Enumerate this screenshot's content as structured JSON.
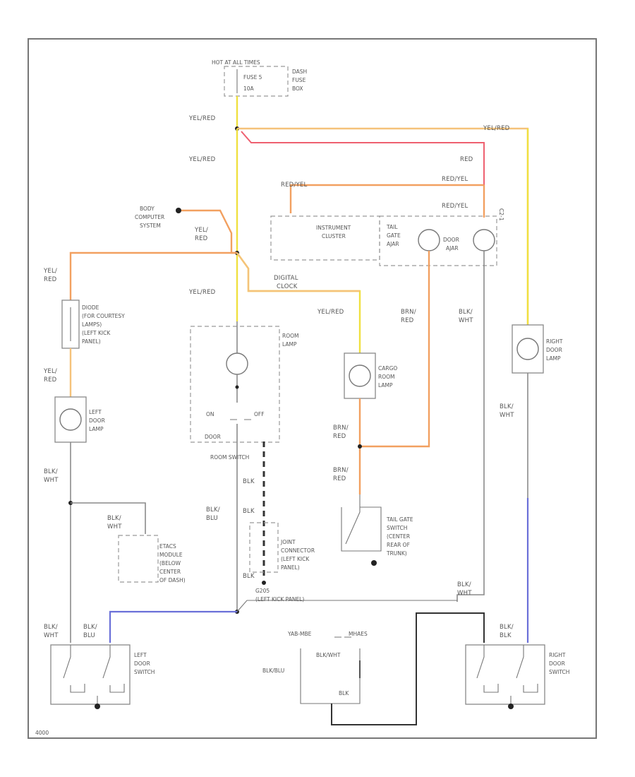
{
  "labels": {
    "hot_at_all_times": "HOT AT ALL TIMES",
    "fuse": "FUSE 5",
    "fuse_rating": "10A",
    "dash_fuse_box": [
      "DASH",
      "FUSE",
      "BOX"
    ],
    "yel_red_top": "YEL/RED",
    "yel_red_right": "YEL/RED",
    "red_right": "RED",
    "yel_red_mid": "YEL/RED",
    "red_yel_1": "RED/YEL",
    "red_yel_2": "RED/YEL",
    "red_yel_3": "RED/YEL",
    "body_computer": [
      "BODY",
      "COMPUTER",
      "SYSTEM"
    ],
    "yel_red_bc": [
      "YEL/",
      "RED"
    ],
    "instrument_cluster": [
      "INSTRUMENT",
      "CLUSTER"
    ],
    "tail_gate_ajar": [
      "TAIL",
      "GATE",
      "AJAR"
    ],
    "door_ajar": [
      "DOOR",
      "AJAR"
    ],
    "yel_red_left": [
      "YEL/",
      "RED"
    ],
    "digital_clock": [
      "DIGITAL",
      "CLOCK"
    ],
    "yel_red_room": "YEL/RED",
    "yel_red_cargo": "YEL/RED",
    "diode": [
      "DIODE",
      "(FOR COURTESY",
      "LAMPS)",
      "(LEFT KICK",
      "PANEL)"
    ],
    "room_lamp": [
      "ROOM",
      "LAMP"
    ],
    "brn_red_1": [
      "BRN/",
      "RED"
    ],
    "blk_wht_right": [
      "BLK/",
      "WHT"
    ],
    "cargo_room_lamp": [
      "CARGO",
      "ROOM",
      "LAMP"
    ],
    "right_door_lamp": [
      "RIGHT",
      "DOOR",
      "LAMP"
    ],
    "yel_red_left2": [
      "YEL/",
      "RED"
    ],
    "left_door_lamp": [
      "LEFT",
      "DOOR",
      "LAMP"
    ],
    "room_sw": [
      "ON",
      "DOOR",
      "OFF"
    ],
    "room_switch": "ROOM SWITCH",
    "brn_red_2": [
      "BRN/",
      "RED"
    ],
    "brn_red_3": [
      "BRN/",
      "RED"
    ],
    "blk_wht_rd": [
      "BLK/",
      "WHT"
    ],
    "blk_wht_left": [
      "BLK/",
      "WHT"
    ],
    "blk": "BLK",
    "blk2": "BLK",
    "blk_blu_mid": [
      "BLK/",
      "BLU"
    ],
    "blk_wht_etacs": [
      "BLK/",
      "WHT"
    ],
    "etacs": [
      "ETACS",
      "MODULE",
      "(BELOW",
      "CENTER",
      "OF DASH)"
    ],
    "joint_connector": [
      "JOINT",
      "CONNECTOR",
      "(LEFT KICK",
      "PANEL)"
    ],
    "tail_gate_switch": [
      "TAIL GATE",
      "SWITCH",
      "(CENTER",
      "REAR OF",
      "TRUNK)"
    ],
    "blk_bottom": "BLK",
    "g205": "G205",
    "g205_loc": "(LEFT KICK PANEL)",
    "blk_wht_bottom": [
      "BLK/",
      "WHT"
    ],
    "blk_wht_ldw": [
      "BLK/",
      "WHT"
    ],
    "blk_blu_ldw": [
      "BLK/",
      "BLU"
    ],
    "left_door_switch": [
      "LEFT",
      "DOOR",
      "SWITCH"
    ],
    "blk_wht_relay": "BLK/WHT",
    "blk_blu_relay": "BLK/BLU",
    "blk_relay": "BLK",
    "relay_l": "YAB-MBE",
    "relay_r": "MHAES",
    "blk_blk_rdw": [
      "BLK/",
      "BLK"
    ],
    "right_door_switch": [
      "RIGHT",
      "DOOR",
      "SWITCH"
    ],
    "footer_code": "4000"
  },
  "colors": {
    "yellow": "#f0e040",
    "red": "#ee6070",
    "orange": "#f2a060",
    "blue": "#6a70d8",
    "black": "#8a8a8a"
  }
}
